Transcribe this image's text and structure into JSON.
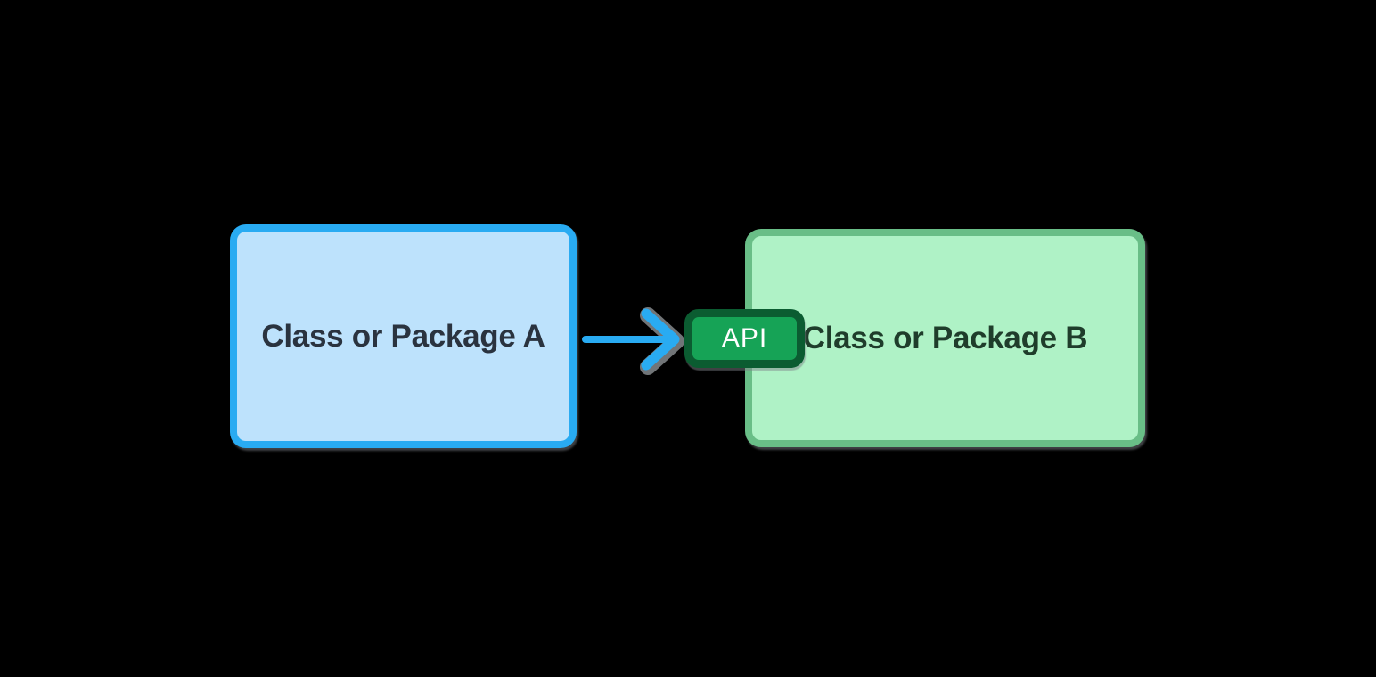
{
  "diagram": {
    "background_color": "#000000",
    "box_a": {
      "label": "Class or Package A",
      "fill_color": "#BDE2FC",
      "border_color": "#29ABF2",
      "text_color": "#2A333F"
    },
    "arrow": {
      "color": "#29ABF2",
      "shadow_color": "#85898D"
    },
    "api_badge": {
      "label": "API",
      "fill_color": "#16A356",
      "border_color": "#0B5C31",
      "text_color": "#FFFFFF"
    },
    "box_b": {
      "label": "Class or Package B",
      "fill_color": "#AFF2C6",
      "border_color": "#69BE87",
      "text_color": "#1F3D2B"
    }
  }
}
